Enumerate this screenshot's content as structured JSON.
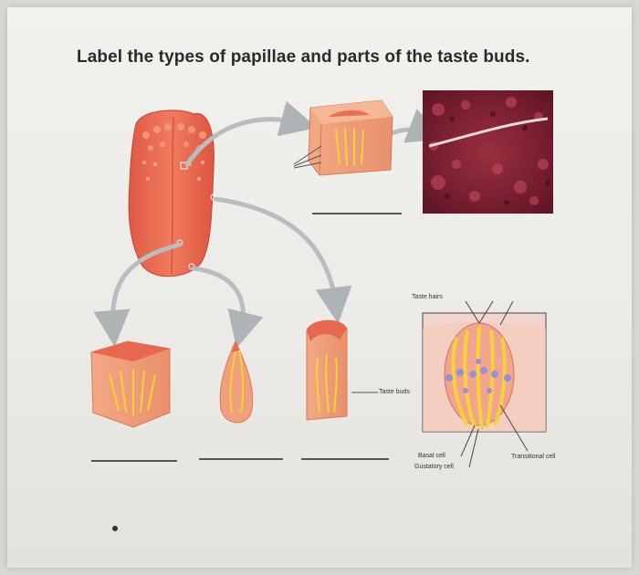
{
  "title": "Label the types of papillae and parts of the taste buds.",
  "labels": {
    "taste_hairs": "Taste hairs",
    "taste_buds": "Taste buds",
    "basal_cell": "Basal cell",
    "gustatory_cell": "Gustatory cell",
    "transitional_cell": "Transitional cell"
  },
  "colors": {
    "tongue": "#e8674f",
    "papilla_tissue": "#f0a07a",
    "micrograph": "#7a1c2e",
    "bud_yellow": "#f3d23a",
    "arrow": "#b9bdbf"
  }
}
